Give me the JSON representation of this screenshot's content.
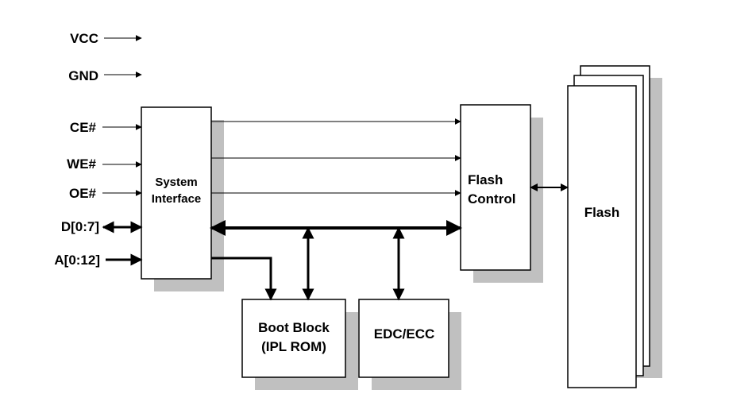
{
  "signals": {
    "vcc": "VCC",
    "gnd": "GND",
    "ce": "CE#",
    "we": "WE#",
    "oe": "OE#",
    "data": "D[0:7]",
    "addr": "A[0:12]"
  },
  "blocks": {
    "system_interface": [
      "System",
      "Interface"
    ],
    "flash_control": [
      "Flash",
      "Control"
    ],
    "boot_block": [
      "Boot Block",
      "(IPL ROM)"
    ],
    "edc_ecc": "EDC/ECC",
    "flash": "Flash"
  },
  "colors": {
    "shadow": "#c0c0c0",
    "line": "#000000",
    "fill": "#ffffff"
  }
}
